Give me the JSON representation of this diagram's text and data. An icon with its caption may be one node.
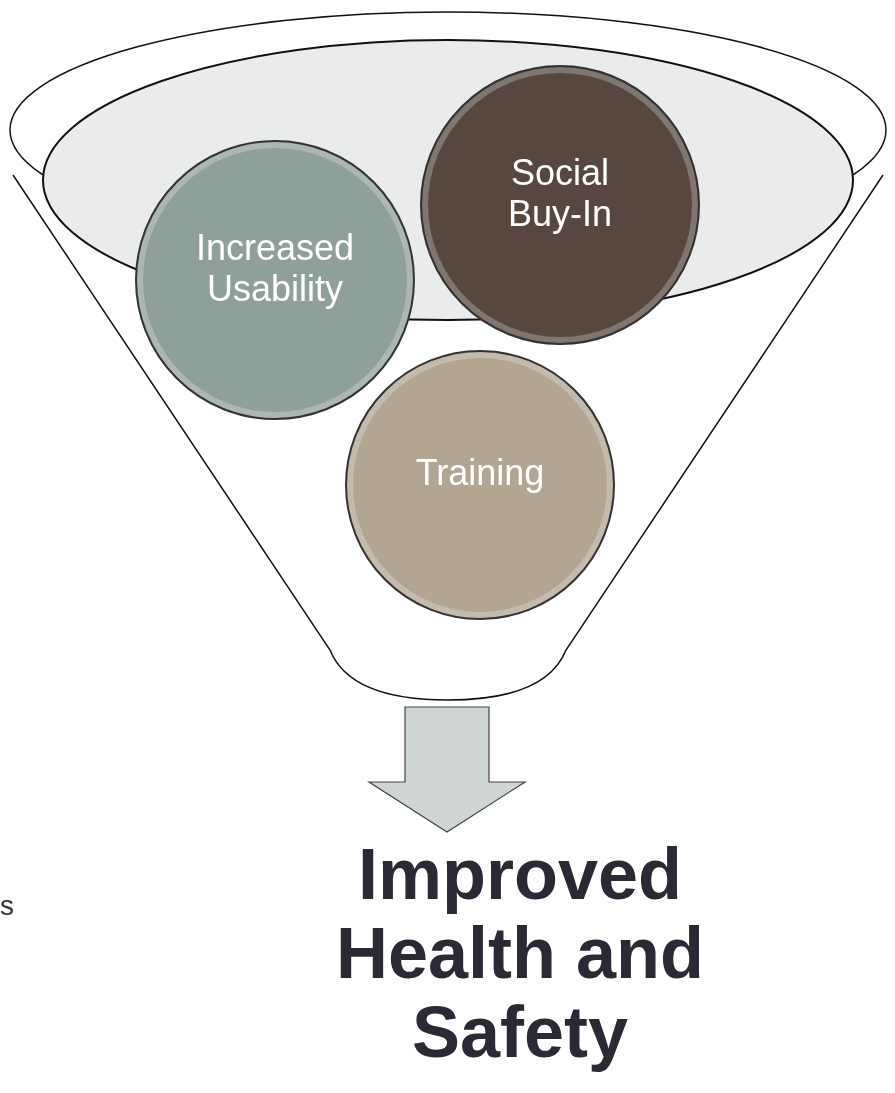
{
  "diagram": {
    "nodes": [
      {
        "text": [],
        "shape": "funnel"
      },
      {
        "text": [
          "Increased Usability"
        ]
      },
      {
        "text": [
          "Social Buy-In"
        ]
      },
      {
        "text": [
          "Training"
        ],
        "in": 0
      },
      {
        "text": [
          "Improved Health and Safety"
        ]
      }
    ],
    "edges": [
      {
        "from": 0,
        "to": 4,
        "arrow": "to"
      }
    ],
    "labels": [
      "s"
    ]
  }
}
